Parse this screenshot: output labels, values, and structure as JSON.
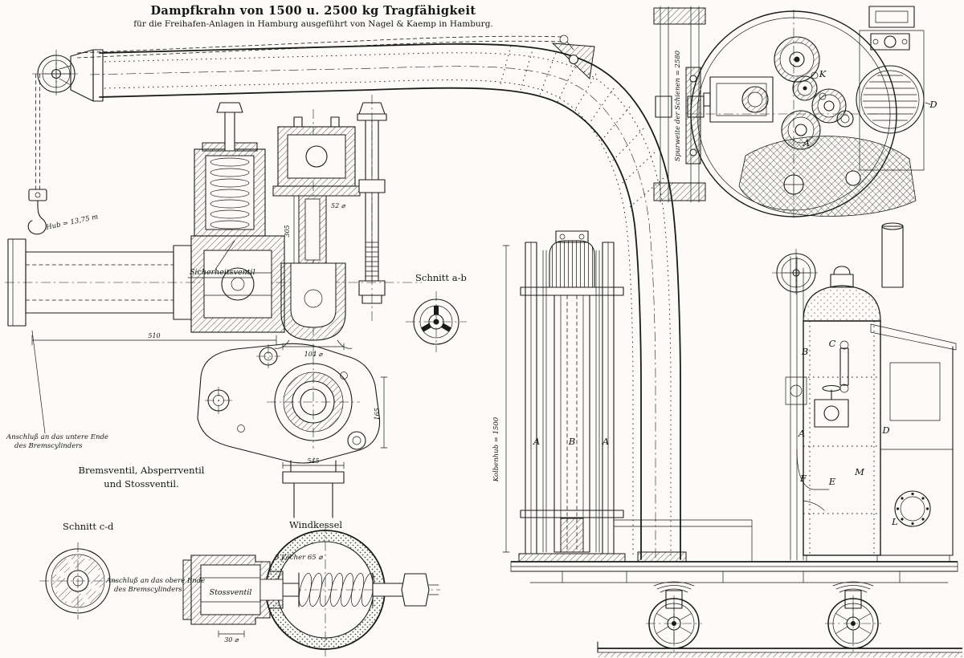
{
  "title": "Dampfkrahn von 1500 u. 2500 kg Tragfähigkeit",
  "subtitle": "für die Freihafen-Anlagen in Hamburg ausgeführt von Nagel & Kaemp in Hamburg.",
  "labels": {
    "schnitt_ab": "Schnitt a-b",
    "schnitt_cd": "Schnitt c-d",
    "bremsventil1": "Bremsventil, Absperrventil",
    "bremsventil2": "und Stossventil.",
    "windkessel": "Windkessel",
    "stossventil": "Stossventil",
    "sicherheitsventil": "Sicherheitsventil",
    "hub": "Hub = 13,75 m",
    "anschluss_unten1": "Anschluß an das untere Ende",
    "anschluss_unten2": "des Bremscylinders",
    "anschluss_oben1": "Anschluß an das obere Ende",
    "anschluss_oben2": "des Bremscylinders",
    "loecher": "3 Löcher 65 ⌀",
    "spurweite": "Spurweite der Schienen = 2580",
    "kolbenhub": "Kolbenhub = 1500"
  },
  "part_letters": {
    "a": "A",
    "b": "B",
    "c": "C",
    "d": "D",
    "e": "E",
    "f": "F",
    "k": "K",
    "l": "L",
    "m": "M"
  },
  "dimensions": {
    "d510": "510",
    "d305": "305",
    "d52": "52 ⌀",
    "d104": "104 ⌀",
    "d545": "545",
    "d165": "165",
    "d30": "30 ⌀"
  }
}
